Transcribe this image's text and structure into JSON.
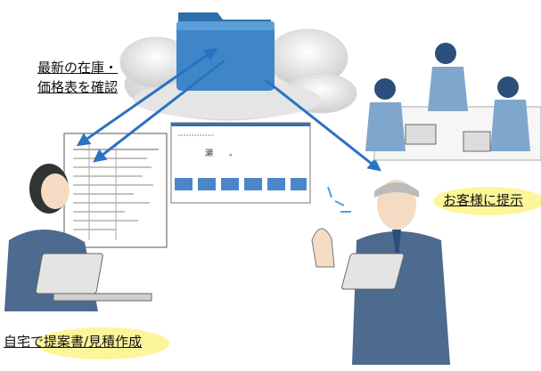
{
  "labels": {
    "check_latest": "最新の在庫・価格表を確認",
    "check_latest_line1": "最新の在庫・",
    "check_latest_line2": "価格表を確認",
    "present_to_customer": "お客様に提示",
    "create_at_home": "自宅で提案書/見積作成"
  },
  "screen_text": "瀬　　。　　　　　",
  "colors": {
    "arrow": "#2a72c2",
    "folder": "#3f86c8",
    "cloud": "#cfcfcf",
    "highlight": "#fdf59a",
    "suit": "#4d6a8f"
  },
  "icons": [
    "cloud-icon",
    "folder-icon",
    "price-list-document",
    "presentation-slide",
    "laptop-icon"
  ]
}
